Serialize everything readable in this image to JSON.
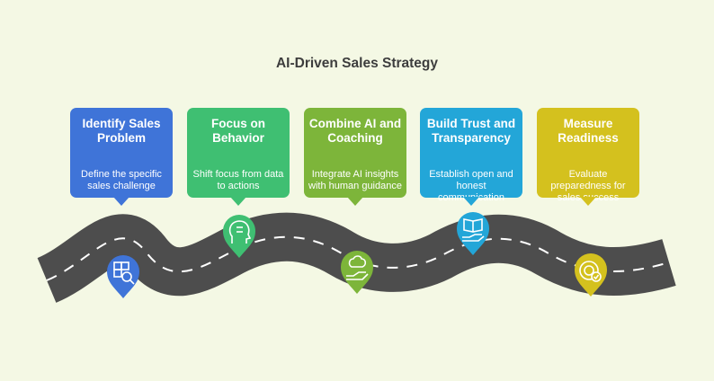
{
  "title": "AI-Driven Sales Strategy",
  "steps": [
    {
      "title": "Identify Sales Problem",
      "description": "Define the specific sales challenge",
      "color": "#3f74d8",
      "icon": "puzzle-magnifier-icon"
    },
    {
      "title": "Focus on Behavior",
      "description": "Shift focus from data to actions",
      "color": "#3fbf72",
      "icon": "head-checklist-icon"
    },
    {
      "title": "Combine AI and Coaching",
      "description": "Integrate AI insights with human guidance",
      "color": "#7db53a",
      "icon": "brain-hand-icon"
    },
    {
      "title": "Build Trust and Transparency",
      "description": "Establish open and honest communication",
      "color": "#23a6d8",
      "icon": "open-book-hand-icon"
    },
    {
      "title": "Measure Readiness",
      "description": "Evaluate preparedness for sales success",
      "color": "#d4c11e",
      "icon": "target-check-icon"
    }
  ]
}
